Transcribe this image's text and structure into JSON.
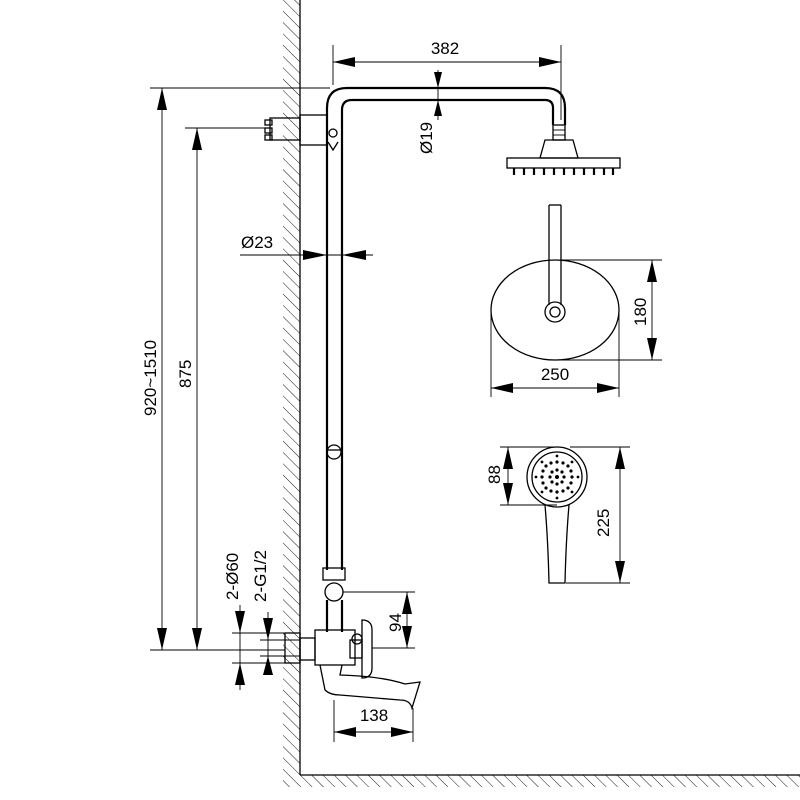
{
  "dimensions": {
    "head_arm_length": "382",
    "arm_diameter": "Ø19",
    "column_diameter": "Ø23",
    "total_height": "920~1510",
    "bracket_height": "875",
    "flange_diameter": "2-Ø60",
    "inlet_thread": "2-G1/2",
    "mixer_height": "94",
    "spout_length": "138",
    "head_depth": "180",
    "head_width": "250",
    "hand_head_diameter": "88",
    "hand_shower_length": "225"
  }
}
